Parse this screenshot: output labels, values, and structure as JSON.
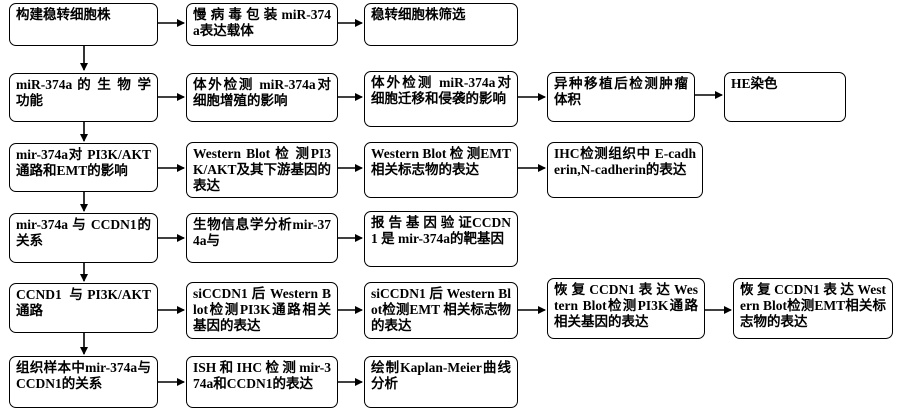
{
  "rows": [
    {
      "id": "row1",
      "boxes": [
        {
          "name": "box-build-stable-cell-line",
          "text": "构建稳转细胞株"
        },
        {
          "name": "box-lentivirus-packaging",
          "text": "慢 病 毒 包 装 miR-374a表达载体"
        },
        {
          "name": "box-stable-cell-screening",
          "text": "稳转细胞株筛选"
        }
      ]
    },
    {
      "id": "row2",
      "boxes": [
        {
          "name": "box-mir374a-biological-function",
          "text": "miR-374a 的 生 物 学功能"
        },
        {
          "name": "box-in-vitro-proliferation",
          "text": "体外检测 miR-374a对细胞增殖的影响"
        },
        {
          "name": "box-in-vitro-migration-invasion",
          "text": "体外检测 miR-374a对细胞迁移和侵袭的影响"
        },
        {
          "name": "box-xenograft-tumor-volume",
          "text": "异种移植后检测肿瘤体积"
        },
        {
          "name": "box-he-staining",
          "text": "HE染色"
        }
      ]
    },
    {
      "id": "row3",
      "boxes": [
        {
          "name": "box-mir374a-pi3k-akt-emt",
          "text": "mir-374a对 PI3K/AKT通路和EMT的影响"
        },
        {
          "name": "box-western-blot-pi3k-akt",
          "text": "Western Blot 检 测PI3K/AKT及其下游基因的表达"
        },
        {
          "name": "box-western-blot-emt-markers",
          "text": "Western Blot 检 测EMT 相关标志物的表达"
        },
        {
          "name": "box-ihc-cadherin",
          "text": "IHC检测组织中 E-cadherin,N-cadherin的表达"
        }
      ]
    },
    {
      "id": "row4",
      "boxes": [
        {
          "name": "box-mir374a-ccdn1-relation",
          "text": "mir-374a 与 CCDN1的关系"
        },
        {
          "name": "box-bioinformatics-analysis",
          "text": "生物信息学分析mir-374a与"
        },
        {
          "name": "box-reporter-gene-validation",
          "text": "报 告 基 因 验 证CCDN1 是 mir-374a的靶基因"
        }
      ]
    },
    {
      "id": "row5",
      "boxes": [
        {
          "name": "box-ccnd1-pi3k-akt",
          "text": "CCND1 与PI3K/AKT通路"
        },
        {
          "name": "box-siccdn1-western-pi3k",
          "text": "siCCDN1 后 Western Blot检测PI3K通路相关基因的表达"
        },
        {
          "name": "box-siccdn1-western-emt",
          "text": "siCCDN1 后 Western Blot检测EMT 相关标志物的表达"
        },
        {
          "name": "box-restore-ccdn1-pi3k",
          "text": "恢 复 CCDN1 表 达 Western Blot检测PI3K通路相关基因的表达"
        },
        {
          "name": "box-restore-ccdn1-emt",
          "text": "恢 复 CCDN1 表 达 Western Blot检测EMT相关标志物的表达"
        }
      ]
    },
    {
      "id": "row6",
      "boxes": [
        {
          "name": "box-tissue-sample-relation",
          "text": "组织样本中mir-374a与CCDN1的关系"
        },
        {
          "name": "box-ish-ihc-detection",
          "text": "ISH 和 IHC 检 测 mir-374a和CCDN1的表达"
        },
        {
          "name": "box-kaplan-meier",
          "text": "绘制Kaplan-Meier曲线分析"
        }
      ]
    }
  ],
  "colors": {
    "line": "#000000",
    "box_fill": "#ffffff",
    "text": "#000000"
  }
}
